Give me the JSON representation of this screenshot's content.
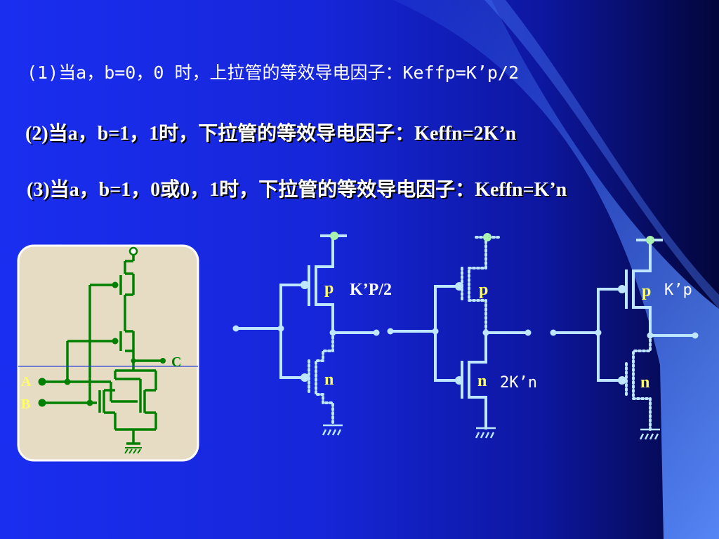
{
  "lines": {
    "line1": "(1)当a，b=0，0 时，上拉管的等效导电因子：Keffp=K’p/2",
    "line2": "(2)当a，b=1，1时，下拉管的等效导电因子：Keffn=2K’n",
    "line3": "(3)当a，b=1，0或0，1时，下拉管的等效导电因子：Keffn=K’n"
  },
  "inset": {
    "label_a": "A",
    "label_b": "B",
    "label_c": "C"
  },
  "circuits": [
    {
      "p_label": "p",
      "n_label": "n",
      "value_label": "K’P/2"
    },
    {
      "p_label": "p",
      "n_label": "n",
      "value_label": "2K’n"
    },
    {
      "p_label": "p",
      "n_label": "n",
      "value_label": "K’p"
    }
  ],
  "colors": {
    "wire": "#bfe6ff",
    "node": "#aaf2b0",
    "label_yellow": "#ffff66",
    "inset_wire": "#008000",
    "inset_bg": "#e6dcc3"
  }
}
